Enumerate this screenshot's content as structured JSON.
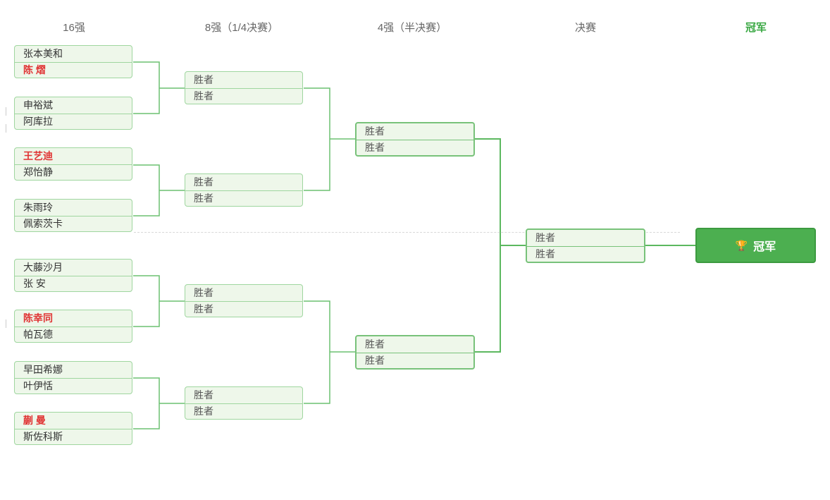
{
  "rounds": {
    "r16": "16强",
    "qf": "8强（1/4决赛）",
    "sf": "4强（半决赛）",
    "final": "决赛",
    "champion": "冠军"
  },
  "r16_matches": [
    {
      "p1": {
        "name": "张本美和",
        "seed": false
      },
      "p2": {
        "name": "陈 熠",
        "seed": true
      }
    },
    {
      "p1": {
        "name": "申裕斌",
        "seed": false
      },
      "p2": {
        "name": "阿库拉",
        "seed": false
      }
    },
    {
      "p1": {
        "name": "王艺迪",
        "seed": true
      },
      "p2": {
        "name": "郑怡静",
        "seed": false
      }
    },
    {
      "p1": {
        "name": "朱雨玲",
        "seed": false
      },
      "p2": {
        "name": "佩索茨卡",
        "seed": false
      }
    },
    {
      "p1": {
        "name": "大藤沙月",
        "seed": false
      },
      "p2": {
        "name": "张 安",
        "seed": false
      }
    },
    {
      "p1": {
        "name": "陈幸同",
        "seed": true
      },
      "p2": {
        "name": "帕瓦德",
        "seed": false
      }
    },
    {
      "p1": {
        "name": "早田希娜",
        "seed": false
      },
      "p2": {
        "name": "叶伊恬",
        "seed": false
      }
    },
    {
      "p1": {
        "name": "蒯 曼",
        "seed": true
      },
      "p2": {
        "name": "斯佐科斯",
        "seed": false
      }
    }
  ],
  "winner_label": "胜者",
  "champion_box": {
    "icon": "trophy-icon",
    "icon_glyph": "🏆",
    "label": "冠军"
  },
  "colors": {
    "line": "#6cc070",
    "box_fill": "#eef7ea",
    "box_border": "#9fd69f",
    "seed_text": "#e03232",
    "champion_fill": "#4caf50"
  }
}
